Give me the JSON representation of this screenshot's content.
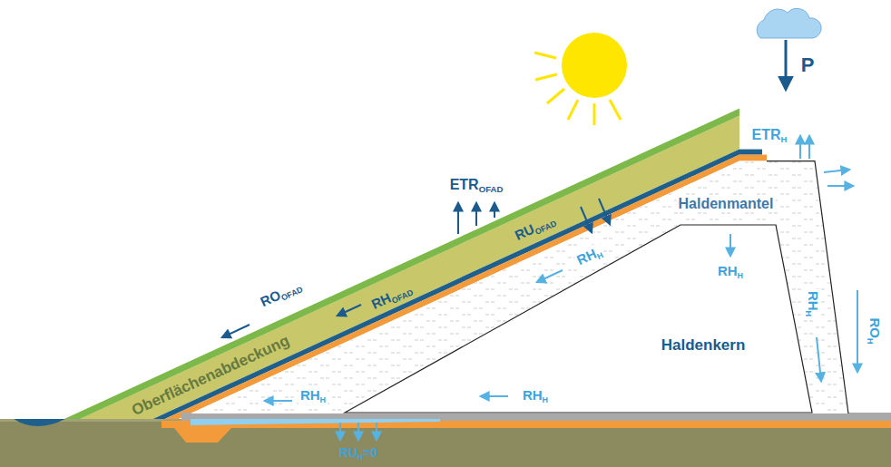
{
  "diagram": {
    "labels": [
      "P",
      "ETR",
      "OFAD",
      "ETR",
      "H",
      "RU",
      "OFAD",
      "RO",
      "OFAD",
      "RH",
      "OFAD",
      "Haldenmantel",
      "RH",
      "H",
      "RH",
      "H",
      "RH",
      "H",
      "RO",
      "H",
      "Haldenkern",
      "Oberflächenabdeckung",
      "RH",
      "H",
      "RH",
      "H",
      "RU",
      "H",
      "=0"
    ]
  }
}
